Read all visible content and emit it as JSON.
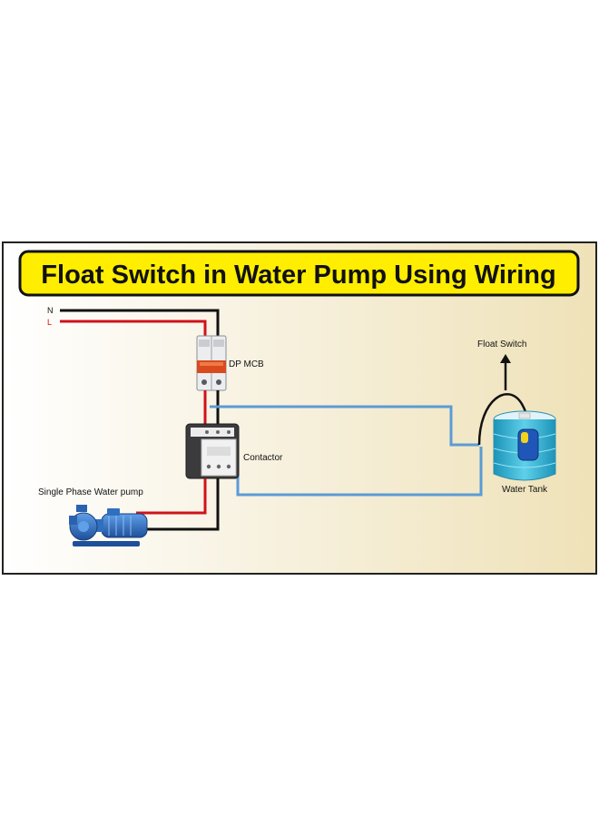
{
  "title": "Float Switch in Water Pump Using Wiring",
  "labels": {
    "neutral": "N",
    "live": "L",
    "mcb": "DP MCB",
    "contactor": "Contactor",
    "pump": "Single Phase Water pump",
    "float_switch": "Float Switch",
    "tank": "Water Tank"
  },
  "colors": {
    "title_bg": "#ffee00",
    "neutral_wire": "#111111",
    "live_wire": "#d0121b",
    "control_wire": "#5b9bd5",
    "pump_body": "#2f6fc0",
    "tank_water": "#2aa7c9",
    "float": "#1f56b8",
    "mcb_handle": "#d94a1f"
  },
  "icons": [
    "mcb-device",
    "contactor-device",
    "water-pump-icon",
    "water-tank-icon",
    "float-switch-icon",
    "arrow-up-icon"
  ]
}
